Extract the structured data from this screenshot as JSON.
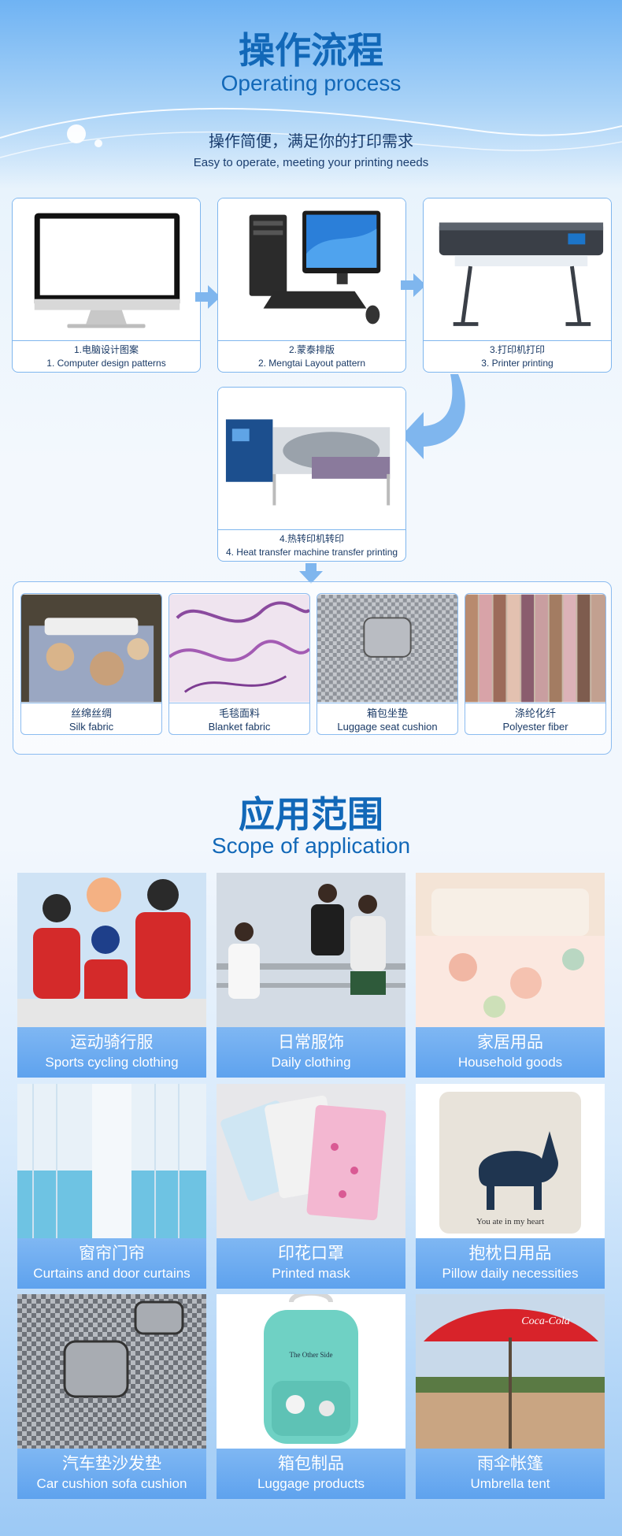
{
  "process": {
    "title_cn": "操作流程",
    "title_en": "Operating process",
    "subtitle_cn": "操作简便，满足你的打印需求",
    "subtitle_en": "Easy to operate, meeting your printing needs",
    "steps": [
      {
        "cn": "1.电脑设计图案",
        "en": "1. Computer design patterns"
      },
      {
        "cn": "2.蒙泰排版",
        "en": "2. Mengtai Layout pattern"
      },
      {
        "cn": "3.打印机打印",
        "en": "3. Printer printing"
      },
      {
        "cn": "4.热转印机转印",
        "en": "4. Heat transfer machine transfer printing"
      }
    ],
    "fabrics": [
      {
        "cn": "丝绵丝绸",
        "en": "Silk fabric"
      },
      {
        "cn": "毛毯面料",
        "en": "Blanket fabric"
      },
      {
        "cn": "箱包坐垫",
        "en": "Luggage seat cushion"
      },
      {
        "cn": "涤纶化纤",
        "en": "Polyester fiber"
      }
    ]
  },
  "scope": {
    "title_cn": "应用范围",
    "title_en": "Scope of application",
    "items": [
      {
        "cn": "运动骑行服",
        "en": "Sports cycling clothing"
      },
      {
        "cn": "日常服饰",
        "en": "Daily clothing"
      },
      {
        "cn": "家居用品",
        "en": "Household goods"
      },
      {
        "cn": "窗帘门帘",
        "en": "Curtains and door curtains"
      },
      {
        "cn": "印花口罩",
        "en": "Printed mask"
      },
      {
        "cn": "抱枕日用品",
        "en": "Pillow daily necessities"
      },
      {
        "cn": "汽车垫沙发垫",
        "en": "Car cushion sofa cushion"
      },
      {
        "cn": "箱包制品",
        "en": "Luggage products"
      },
      {
        "cn": "雨伞帐篷",
        "en": "Umbrella tent"
      }
    ],
    "pillow_text": "You  ate in my heart",
    "umbrella_text": "Coca-Cola",
    "bag_text": "The Other Side"
  }
}
